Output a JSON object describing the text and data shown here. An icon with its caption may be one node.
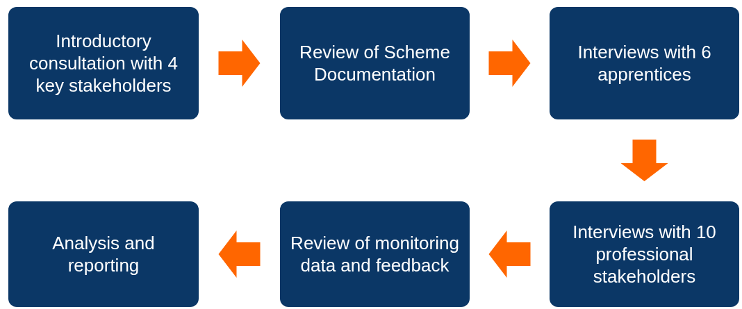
{
  "diagram": {
    "nodes": [
      {
        "text": [
          "Introductory consultation with 4 key stakeholders"
        ]
      },
      {
        "text": [
          "Review of Scheme Documentation"
        ]
      },
      {
        "text": [
          "Interviews with 6 apprentices"
        ]
      },
      {
        "text": [
          "Interviews with 10 professional stakeholders"
        ]
      },
      {
        "text": [
          "Review of monitoring data and feedback"
        ]
      },
      {
        "text": [
          "Analysis and reporting"
        ]
      }
    ],
    "edges": [
      {
        "from": 0,
        "to": 1,
        "arrow": "to"
      },
      {
        "from": 1,
        "to": 2,
        "arrow": "to"
      },
      {
        "from": 2,
        "to": 3,
        "arrow": "to"
      },
      {
        "from": 3,
        "to": 4,
        "arrow": "to"
      },
      {
        "from": 4,
        "to": 5,
        "arrow": "to"
      }
    ]
  }
}
